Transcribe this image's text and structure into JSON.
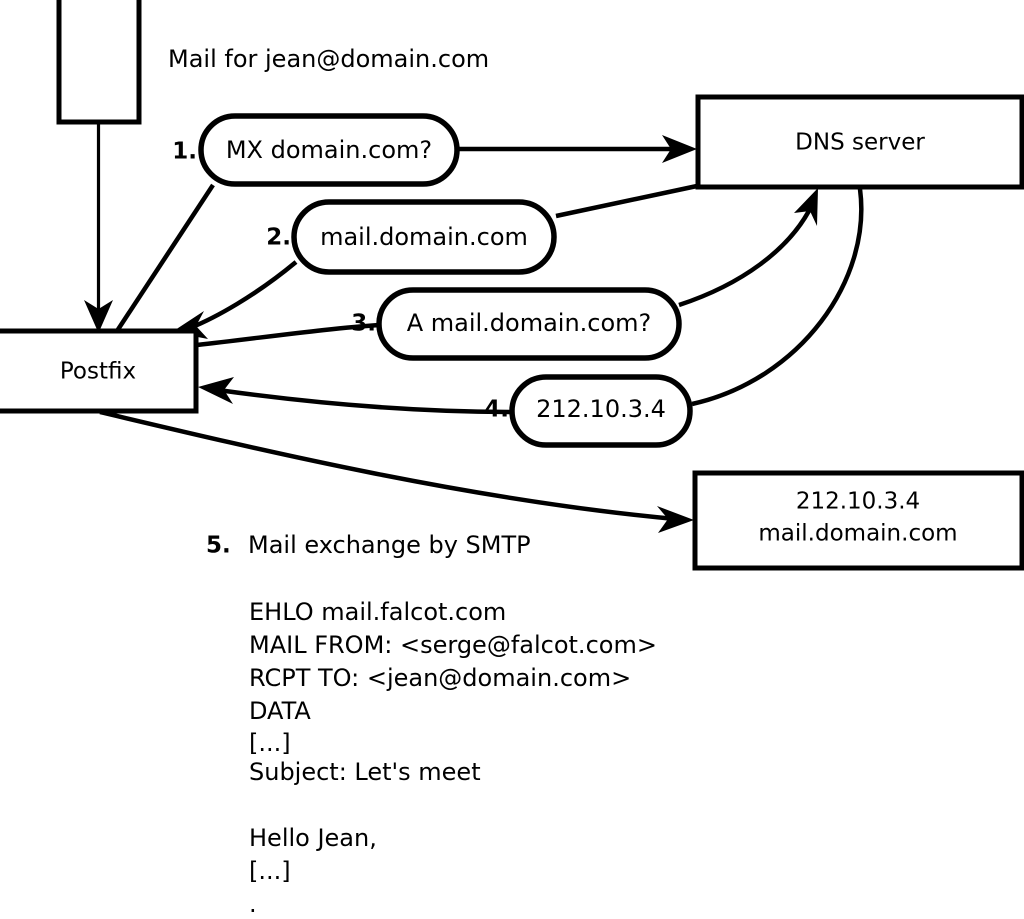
{
  "diagram": {
    "title_text": "Mail for jean@domain.com",
    "nodes": [
      {
        "id": "sender-client",
        "label": ""
      },
      {
        "id": "postfix",
        "label": "Postfix"
      },
      {
        "id": "dns-server",
        "label": "DNS server"
      },
      {
        "id": "target-mx",
        "label_line1": "212.10.3.4",
        "label_line2": "mail.domain.com"
      }
    ],
    "steps": [
      {
        "num": "1.",
        "label": "MX domain.com?"
      },
      {
        "num": "2.",
        "label": "mail.domain.com"
      },
      {
        "num": "3.",
        "label": "A mail.domain.com?"
      },
      {
        "num": "4.",
        "label": "212.10.3.4"
      }
    ],
    "step5": {
      "num": "5.",
      "label": "Mail exchange by SMTP"
    },
    "smtp_transcript": [
      "EHLO mail.falcot.com",
      "MAIL FROM: <serge@falcot.com>",
      "RCPT TO: <jean@domain.com>",
      "DATA",
      "[...]",
      "Subject: Let's meet",
      "",
      "Hello Jean,",
      "[...]",
      "."
    ],
    "colors": {
      "stroke": "#000000",
      "fill": "#ffffff",
      "background": "#ffffff"
    }
  }
}
